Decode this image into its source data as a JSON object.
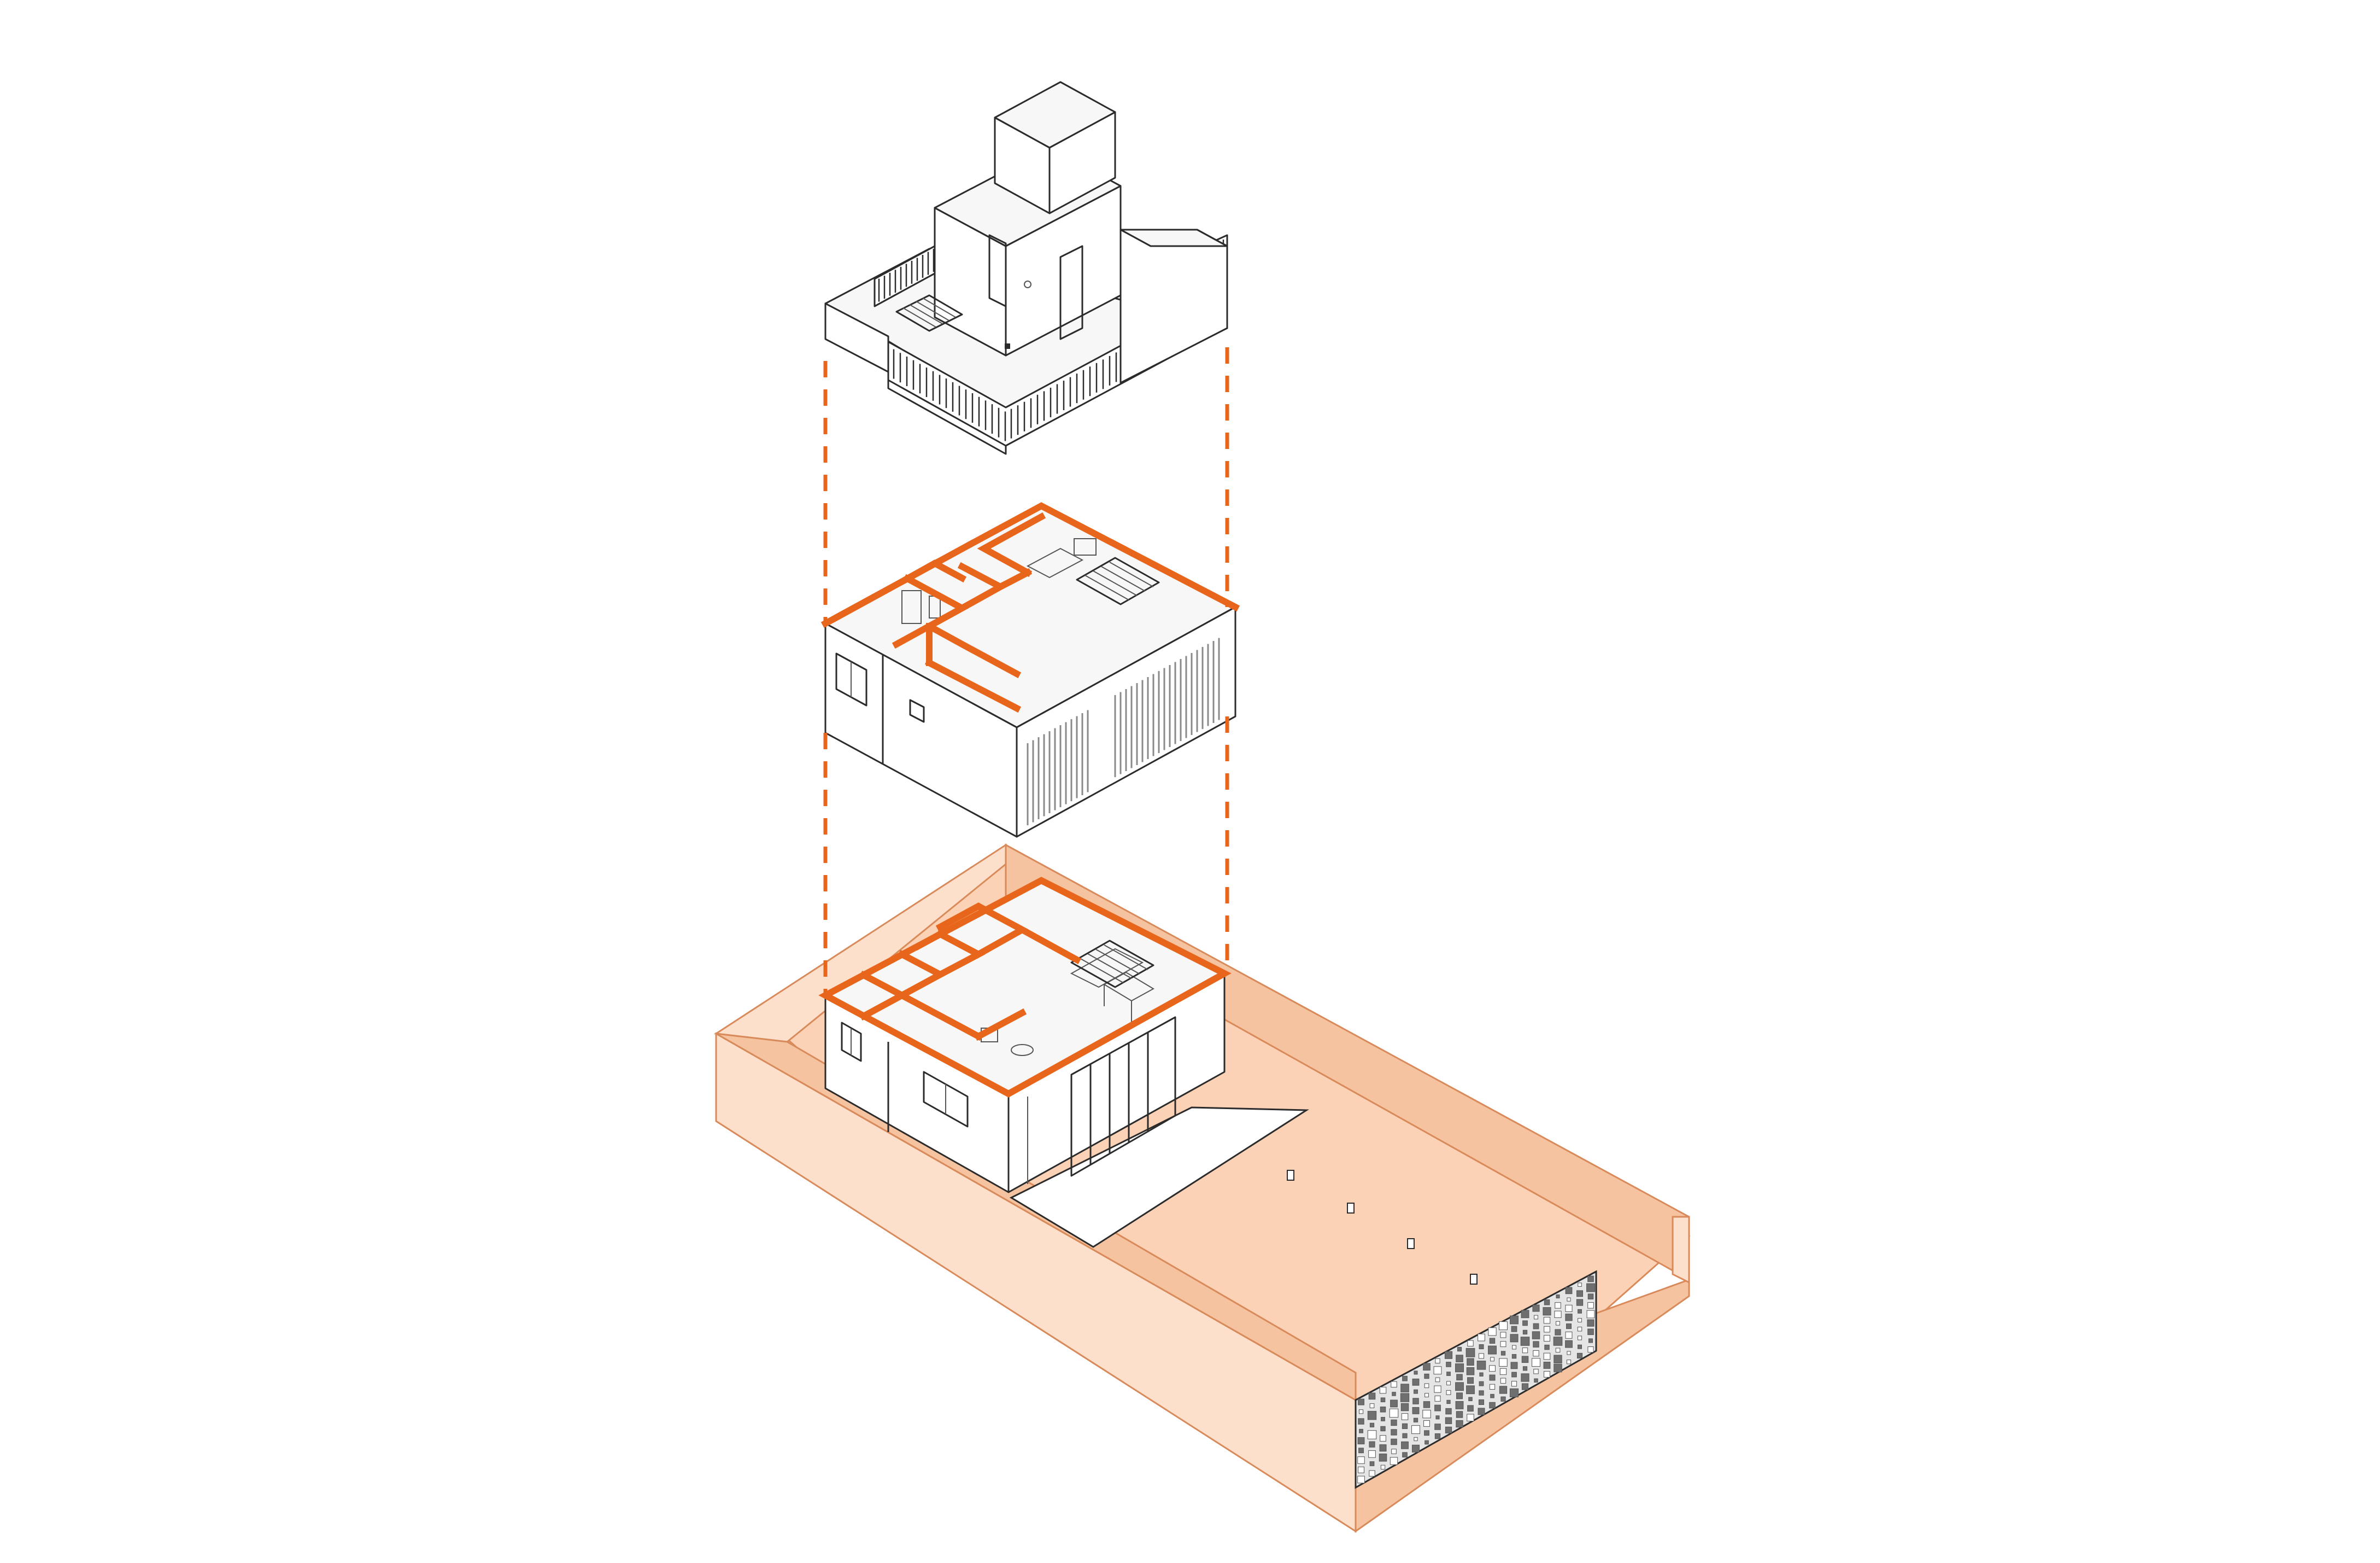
{
  "colors": {
    "accent": "#e8651c",
    "lot_floor": "#fbd2b5",
    "lot_wall": "#fce0cb",
    "lot_wall_dark": "#f6c3a1",
    "line": "#2b2b2b",
    "white": "#ffffff",
    "screen": "#8a8a8a"
  },
  "levels": [
    {
      "id": "roof-terrace"
    },
    {
      "id": "upper-floor"
    },
    {
      "id": "ground-floor"
    }
  ]
}
